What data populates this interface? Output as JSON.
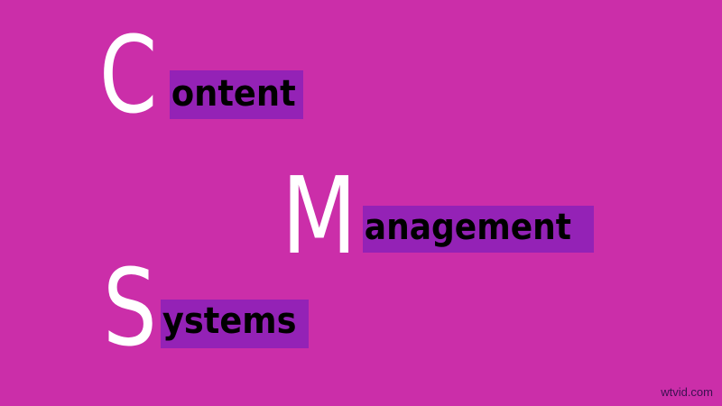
{
  "slide": {
    "lines": [
      {
        "initial": "C",
        "rest": "ontent"
      },
      {
        "initial": "M",
        "rest": "anagement"
      },
      {
        "initial": "S",
        "rest": "ystems"
      }
    ],
    "watermark": "wtvid.com"
  },
  "colors": {
    "background": "#cb2ea9",
    "highlight": "#9422b6",
    "initial_text": "#ffffff",
    "word_text": "#000000"
  }
}
